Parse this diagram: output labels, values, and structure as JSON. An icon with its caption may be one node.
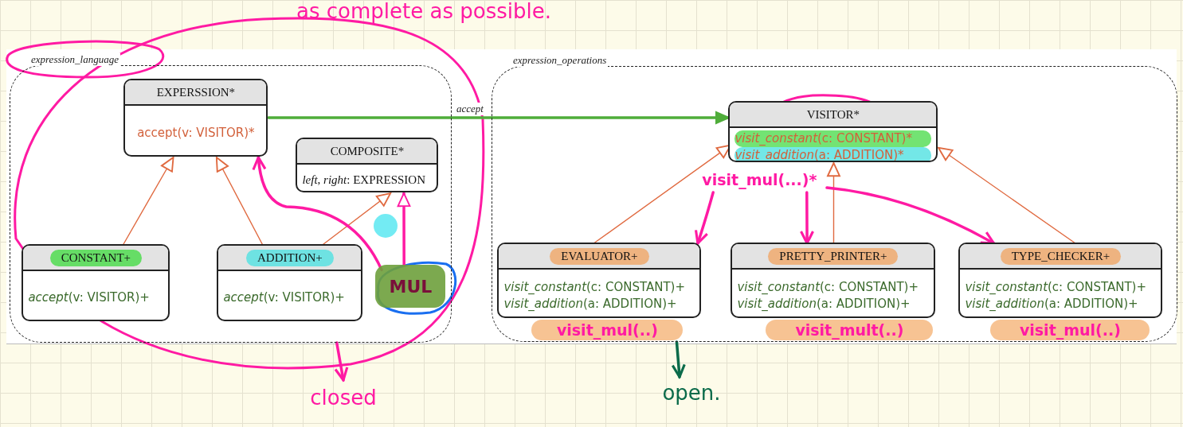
{
  "diagram": {
    "nodes": [
      {
        "text": [
          "expression_language"
        ]
      },
      {
        "text": [
          "EXPERSSION*",
          "accept(v: VISITOR)*"
        ],
        "in": 0
      },
      {
        "text": [
          "COMPOSITE*",
          "*left*, *right*: EXPRESSION"
        ],
        "in": 0
      },
      {
        "text": [
          "CONSTANT+",
          "*accept*(v: VISITOR)+"
        ],
        "in": 0
      },
      {
        "text": [
          "ADDITION+",
          "*accept*(v: VISITOR)+"
        ],
        "in": 0
      },
      {
        "text": [
          "MUL"
        ],
        "in": 0
      },
      {
        "text": [
          "expression_operations"
        ]
      },
      {
        "text": [
          "VISITOR*",
          "*visit_constant*(c: CONSTANT)*",
          "*visit_addition*(a: ADDITION)*"
        ],
        "in": 6
      },
      {
        "text": [
          "EVALUATOR+",
          "*visit_constant*(c: CONSTANT)+",
          "*visit_addition*(a: ADDITION)+"
        ],
        "in": 6
      },
      {
        "text": [
          "PRETTY_PRINTER+",
          "*visit_constant*(c: CONSTANT)+",
          "*visit_addition*(a: ADDITION)+"
        ],
        "in": 6
      },
      {
        "text": [
          "TYPE_CHECKER+",
          "*visit_constant*(c: CONSTANT)+",
          "*visit_addition*(a: ADDITION)+"
        ],
        "in": 6
      },
      {
        "text": [
          "visit_mul(...)*"
        ],
        "in": 6
      },
      {
        "text": [
          "visit_mul(..)"
        ],
        "in": 6
      },
      {
        "text": [
          "visit_mult(..)"
        ],
        "in": 6
      },
      {
        "text": [
          "visit_mul(..)"
        ],
        "in": 6
      },
      {
        "text": [
          "closed"
        ]
      },
      {
        "text": [
          "open."
        ]
      }
    ],
    "edges": [
      {
        "from": 1,
        "to": 7,
        "arrow": "to",
        "label": "accept",
        "color": "#4fad3a"
      },
      {
        "from": 3,
        "to": 1,
        "arrow": "to",
        "color": "#e06a40"
      },
      {
        "from": 4,
        "to": 1,
        "arrow": "to",
        "color": "#e06a40"
      },
      {
        "from": 4,
        "to": 2,
        "arrow": "to",
        "color": "#e06a40"
      },
      {
        "from": 8,
        "to": 7,
        "arrow": "to",
        "color": "#e06a40"
      },
      {
        "from": 9,
        "to": 7,
        "arrow": "to",
        "color": "#e06a40"
      },
      {
        "from": 10,
        "to": 7,
        "arrow": "to",
        "color": "#e06a40"
      },
      {
        "from": 5,
        "to": 1,
        "arrow": "to",
        "color": "#ff1aa3"
      },
      {
        "from": 5,
        "to": 2,
        "arrow": "to",
        "color": "#ff1aa3"
      },
      {
        "from": 11,
        "to": 8,
        "arrow": "to",
        "color": "#ff1aa3"
      },
      {
        "from": 11,
        "to": 9,
        "arrow": "to",
        "color": "#ff1aa3"
      },
      {
        "from": 11,
        "to": 10,
        "arrow": "to",
        "color": "#ff1aa3"
      },
      {
        "from": 0,
        "to": 15,
        "arrow": "to",
        "color": "#ff1aa3"
      },
      {
        "from": 6,
        "to": 16,
        "arrow": "to",
        "color": "#0b6b4a"
      }
    ],
    "labels": [
      "as complete as possible."
    ]
  }
}
